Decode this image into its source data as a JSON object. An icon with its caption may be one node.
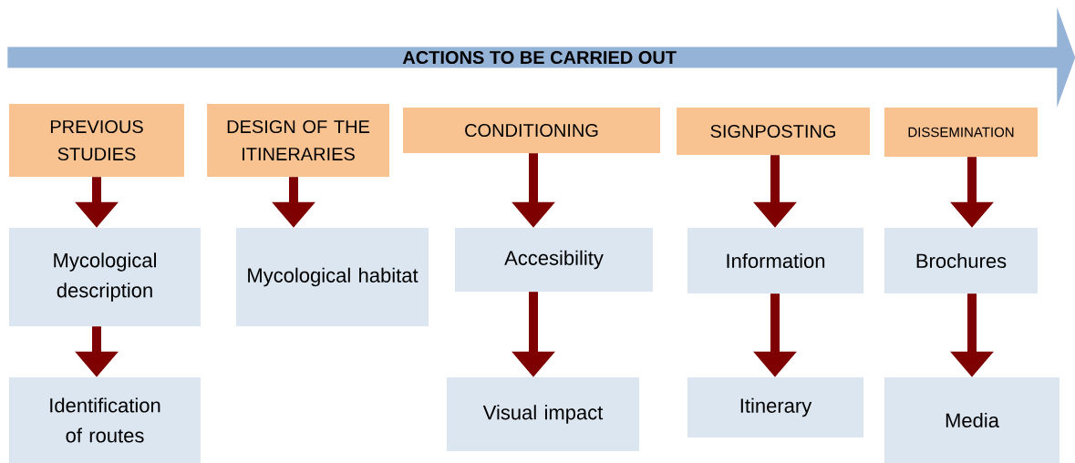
{
  "diagram": {
    "nodes": [
      {
        "text": [
          "ACTIONS TO BE CARRIED OUT"
        ]
      },
      {
        "text": [
          "PREVIOUS STUDIES"
        ]
      },
      {
        "text": [
          "DESIGN OF THE ITINERARIES"
        ]
      },
      {
        "text": [
          "CONDITIONING"
        ]
      },
      {
        "text": [
          "SIGNPOSTING"
        ]
      },
      {
        "text": [
          "DISSEMINATION"
        ]
      },
      {
        "text": [
          "Mycological description"
        ]
      },
      {
        "text": [
          "Identification of routes"
        ]
      },
      {
        "text": [
          "Mycological habitat"
        ]
      },
      {
        "text": [
          "Accesibility"
        ]
      },
      {
        "text": [
          "Visual impact"
        ]
      },
      {
        "text": [
          "Information"
        ]
      },
      {
        "text": [
          "Itinerary"
        ]
      },
      {
        "text": [
          "Brochures"
        ]
      },
      {
        "text": [
          "Media"
        ]
      }
    ],
    "edges": [
      {
        "from": 1,
        "to": 6,
        "arrow": "to"
      },
      {
        "from": 6,
        "to": 7,
        "arrow": "to"
      },
      {
        "from": 2,
        "to": 8,
        "arrow": "to"
      },
      {
        "from": 3,
        "to": 9,
        "arrow": "to"
      },
      {
        "from": 9,
        "to": 10,
        "arrow": "to"
      },
      {
        "from": 4,
        "to": 11,
        "arrow": "to"
      },
      {
        "from": 11,
        "to": 12,
        "arrow": "to"
      },
      {
        "from": 5,
        "to": 13,
        "arrow": "to"
      },
      {
        "from": 13,
        "to": 14,
        "arrow": "to"
      }
    ]
  }
}
